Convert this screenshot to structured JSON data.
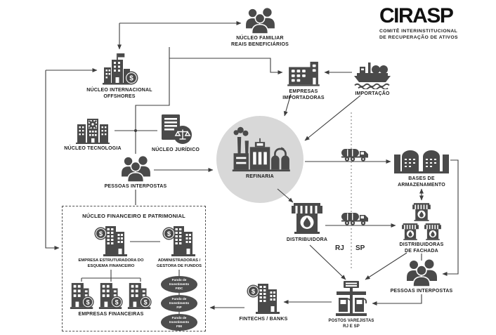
{
  "logo": {
    "title": "CIRASP",
    "subtitle_lines": [
      "COMITÊ INTERINSTITUCIONAL",
      "DE RECUPERAÇÃO DE ATIVOS"
    ]
  },
  "nodes": {
    "nucleo_familiar": {
      "lines": [
        "NÚCLEO FAMILIAR",
        "REAIS BENEFICIÁRIOS"
      ]
    },
    "nucleo_offshores": {
      "lines": [
        "NÚCLEO INTERNACIONAL",
        "OFFSHORES"
      ]
    },
    "nucleo_tecnologia": {
      "lines": [
        "NÚCLEO TECNOLOGIA"
      ]
    },
    "nucleo_juridico": {
      "lines": [
        "NÚCLEO JURÍDICO"
      ]
    },
    "pessoas_interpostas_left": {
      "lines": [
        "PESSOAS INTERPOSTAS"
      ]
    },
    "empresas_importadoras": {
      "lines": [
        "EMPRESAS",
        "IMPORTADORAS"
      ]
    },
    "importacao": {
      "lines": [
        "IMPORTAÇÃO"
      ]
    },
    "refinaria": {
      "lines": [
        "REFINARIA"
      ]
    },
    "bases_armazenamento": {
      "lines": [
        "BASES DE",
        "ARMAZENAMENTO"
      ]
    },
    "distribuidora": {
      "lines": [
        "DISTRIBUIDORA"
      ]
    },
    "distribuidoras_fachada": {
      "lines": [
        "DISTRIBUIDORAS",
        "DE FACHADA"
      ]
    },
    "pessoas_interpostas_right": {
      "lines": [
        "PESSOAS INTERPOSTAS"
      ]
    },
    "fintechs": {
      "lines": [
        "FINTECHS / BANKS"
      ]
    },
    "postos_varejistas": {
      "lines": [
        "POSTOS VAREJISTAS",
        "RJ E SP"
      ]
    }
  },
  "financial_box": {
    "title": "NÚCLEO FINANCEIRO E PATRIMONIAL",
    "empresa_estruturadora": {
      "lines": [
        "EMPRESA ESTRUTURADORA DO",
        "ESQUEMA FINANCEIRO"
      ]
    },
    "administradoras": {
      "lines": [
        "ADMINISTRADORAS /",
        "GESTORA DE FUNDOS"
      ]
    },
    "empresas_financeiras": {
      "lines": [
        "EMPRESAS FINANCEIRAS"
      ]
    },
    "fundos": [
      {
        "lines": [
          "Fundo de",
          "Investimento",
          "FIDC"
        ]
      },
      {
        "lines": [
          "Fundo de",
          "Investimento",
          "FIP"
        ]
      },
      {
        "lines": [
          "Fundo de",
          "Investimento",
          "FIM"
        ]
      }
    ]
  },
  "region_divider": {
    "left": "RJ",
    "right": "SP"
  },
  "colors": {
    "icon": "#4a4a4a",
    "line": "#3d3d3d",
    "circle_bg": "#d8d8d8",
    "text": "#1b1b1b"
  }
}
